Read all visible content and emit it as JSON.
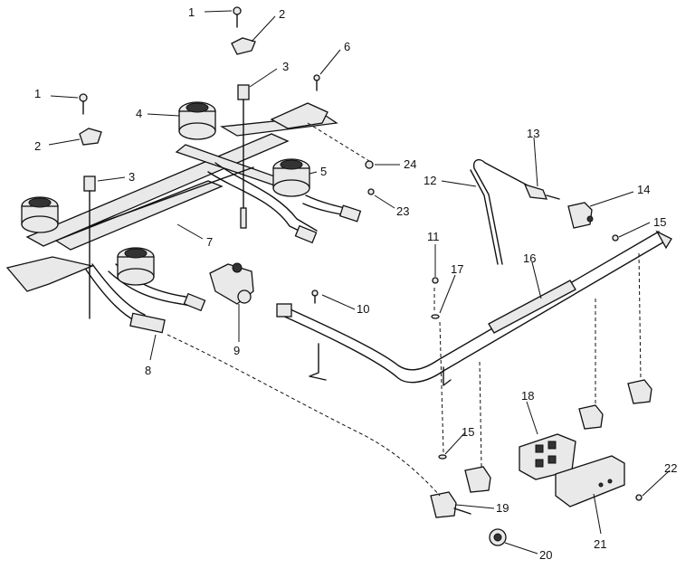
{
  "callouts": [
    {
      "id": "c1a",
      "text": "1"
    },
    {
      "id": "c2a",
      "text": "2"
    },
    {
      "id": "c3a",
      "text": "3"
    },
    {
      "id": "c6",
      "text": "6"
    },
    {
      "id": "c1b",
      "text": "1"
    },
    {
      "id": "c2b",
      "text": "2"
    },
    {
      "id": "c3b",
      "text": "3"
    },
    {
      "id": "c4",
      "text": "4"
    },
    {
      "id": "c5",
      "text": "5"
    },
    {
      "id": "c24",
      "text": "24"
    },
    {
      "id": "c23",
      "text": "23"
    },
    {
      "id": "c7",
      "text": "7"
    },
    {
      "id": "c8",
      "text": "8"
    },
    {
      "id": "c9",
      "text": "9"
    },
    {
      "id": "c10",
      "text": "10"
    },
    {
      "id": "c11",
      "text": "11"
    },
    {
      "id": "c17",
      "text": "17"
    },
    {
      "id": "c12",
      "text": "12"
    },
    {
      "id": "c13",
      "text": "13"
    },
    {
      "id": "c14",
      "text": "14"
    },
    {
      "id": "c15a",
      "text": "15"
    },
    {
      "id": "c16",
      "text": "16"
    },
    {
      "id": "c18",
      "text": "18"
    },
    {
      "id": "c15b",
      "text": "15"
    },
    {
      "id": "c19",
      "text": "19"
    },
    {
      "id": "c20",
      "text": "20"
    },
    {
      "id": "c21",
      "text": "21"
    },
    {
      "id": "c22",
      "text": "22"
    }
  ]
}
